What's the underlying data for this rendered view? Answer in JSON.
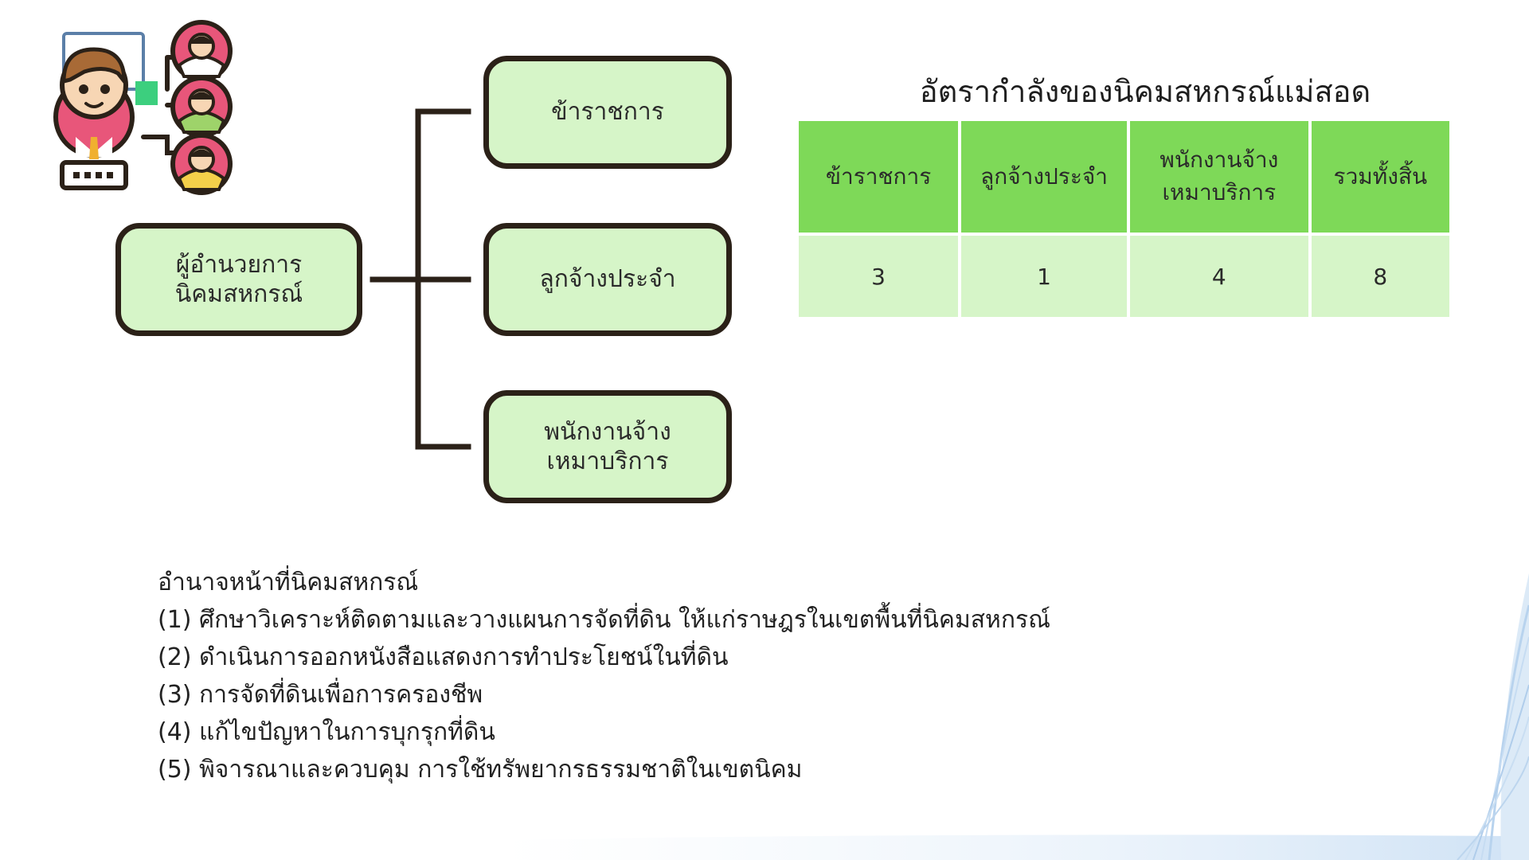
{
  "org_chart": {
    "root": {
      "line1": "ผู้อำนวยการ",
      "line2": "นิคมสหกรณ์"
    },
    "children": [
      {
        "line1": "ข้าราชการ",
        "line2": ""
      },
      {
        "line1": "ลูกจ้างประจำ",
        "line2": ""
      },
      {
        "line1": "พนักงานจ้าง",
        "line2": "เหมาบริการ"
      }
    ]
  },
  "staff_table": {
    "title": "อัตรากำลังของนิคมสหกรณ์แม่สอด",
    "headers": [
      {
        "line1": "ข้าราชการ",
        "line2": ""
      },
      {
        "line1": "ลูกจ้างประจำ",
        "line2": ""
      },
      {
        "line1": "พนักงานจ้าง",
        "line2": "เหมาบริการ"
      },
      {
        "line1": "รวมทั้งสิ้น",
        "line2": ""
      }
    ],
    "values": [
      "3",
      "1",
      "4",
      "8"
    ]
  },
  "duties": {
    "heading": "อำนาจหน้าที่นิคมสหกรณ์",
    "items": [
      "(1) ศึกษาวิเคราะห์ติดตามและวางแผนการจัดที่ดิน ให้แก่ราษฎรในเขตพื้นที่นิคมสหกรณ์",
      "(2) ดำเนินการออกหนังสือแสดงการทำประโยชน์ในที่ดิน",
      "(3) การจัดที่ดินเพื่อการครองชีพ",
      "(4) แก้ไขปัญหาในการบุกรุกที่ดิน",
      "(5) พิจารณาและควบคุม การใช้ทรัพยากรธรรมชาติในเขตนิคม"
    ]
  },
  "colors": {
    "node_fill": "#d6f5c8",
    "node_border": "#2b2118",
    "header_fill": "#7ed958",
    "cell_fill": "#d6f5c8",
    "connector": "#2b2118"
  },
  "icons": {
    "org_icon": "manager-with-team-icon"
  }
}
